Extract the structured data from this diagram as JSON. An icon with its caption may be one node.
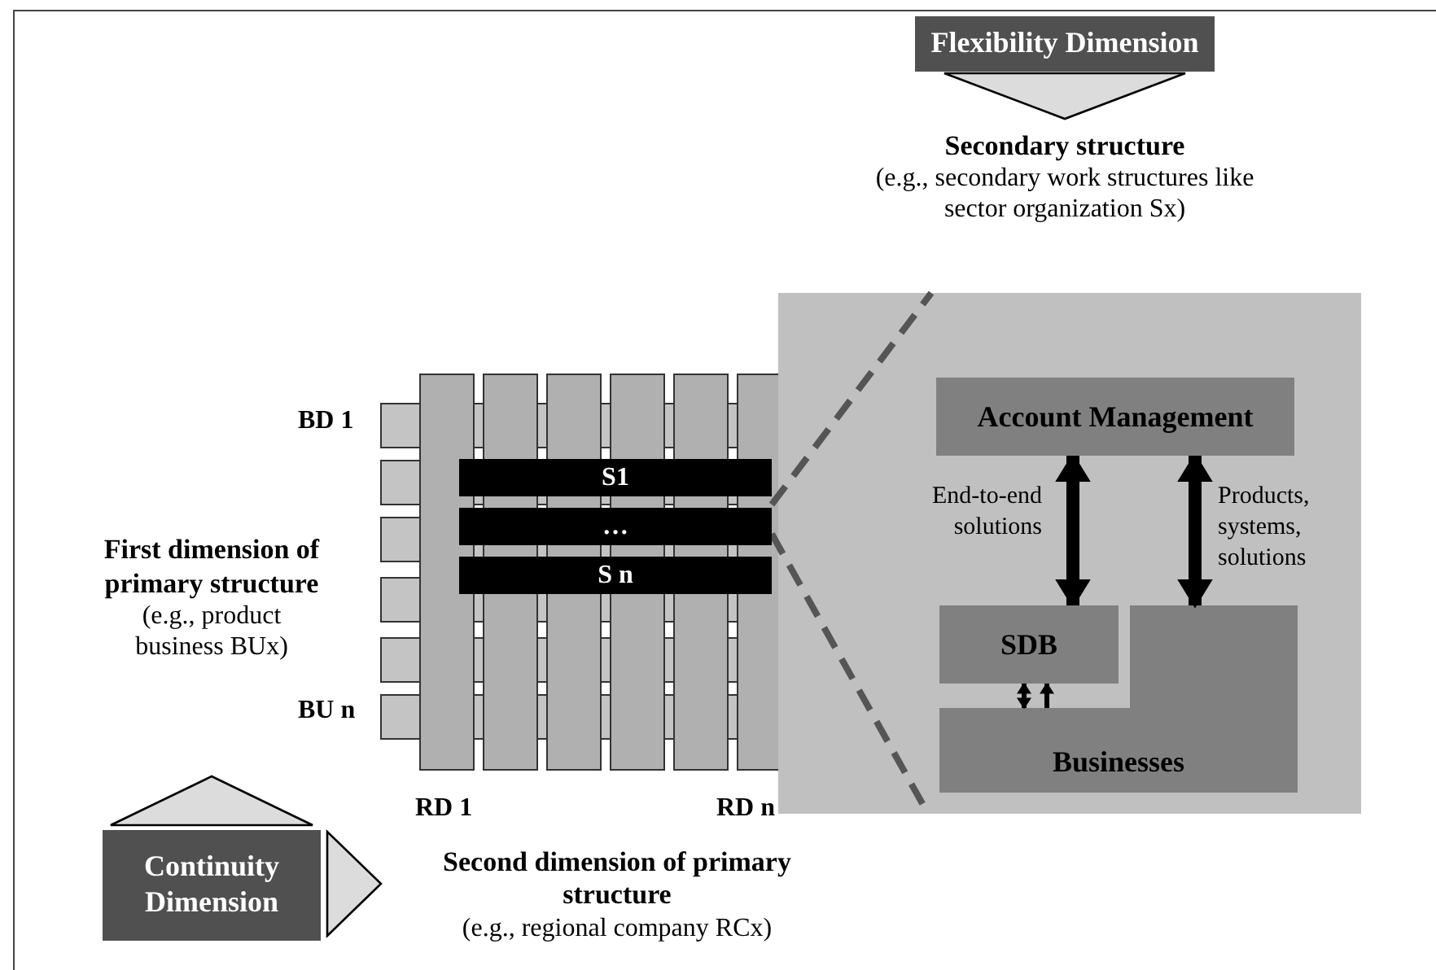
{
  "diagram": {
    "nodes": [
      {
        "text": [
          "Flexibility Dimension"
        ]
      },
      {
        "text": [
          "Continuity Dimension"
        ]
      },
      {
        "text": [
          "S1"
        ]
      },
      {
        "text": [
          "…"
        ]
      },
      {
        "text": [
          "S n"
        ]
      },
      {
        "text": [],
        "shape": "box"
      },
      {
        "text": [
          "Account Management"
        ],
        "in": 5
      },
      {
        "text": [
          "SDB"
        ],
        "in": 5
      },
      {
        "text": [
          "Businesses"
        ],
        "in": 5
      },
      {
        "text": [
          "Secondary structure",
          "(e.g., secondary work structures like sector organization Sx)"
        ]
      },
      {
        "text": [
          "First dimension of primary structure",
          "(e.g., product business BUx)"
        ]
      },
      {
        "text": [
          "Second dimension of primary structure",
          "(e.g., regional company RCx)"
        ]
      }
    ],
    "edges": [
      {
        "from": 0,
        "to": 9,
        "arrow": "to"
      },
      {
        "from": 1,
        "to": 10,
        "arrow": "to"
      },
      {
        "from": 1,
        "to": 11,
        "arrow": "to"
      },
      {
        "from": 3,
        "to": 5,
        "arrow": "none",
        "style": "dashed",
        "color": "#555555"
      },
      {
        "from": 3,
        "to": 5,
        "arrow": "none",
        "style": "dashed",
        "color": "#555555"
      },
      {
        "from": 6,
        "to": 7,
        "arrow": "both",
        "label": "End-to-end solutions",
        "style": "thick"
      },
      {
        "from": 6,
        "to": 8,
        "arrow": "both",
        "label": "Products, systems, solutions",
        "style": "thick"
      },
      {
        "from": 7,
        "to": 8,
        "arrow": "both"
      },
      {
        "from": 8,
        "to": 7,
        "arrow": "to"
      }
    ],
    "labels": [
      "BD 1",
      "BU n",
      "RD 1",
      "RD n"
    ]
  }
}
